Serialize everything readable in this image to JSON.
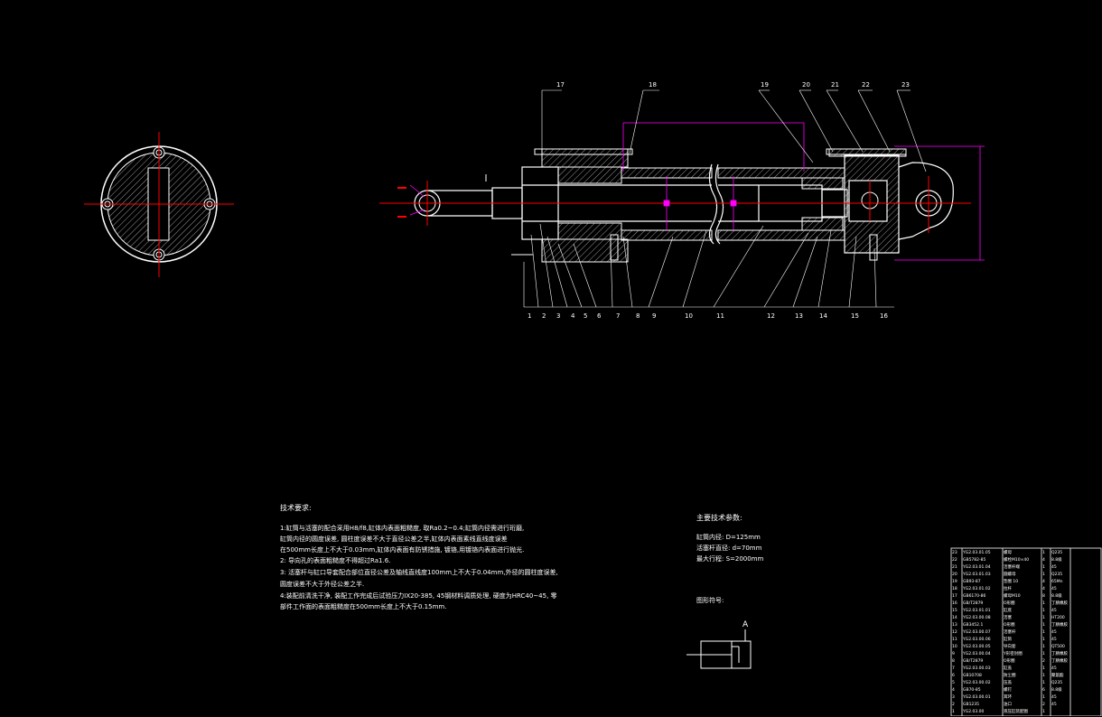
{
  "part_numbers": [
    "1",
    "2",
    "3",
    "4",
    "5",
    "6",
    "7",
    "8",
    "9",
    "10",
    "11",
    "12",
    "13",
    "14",
    "15",
    "16",
    "17",
    "18",
    "19",
    "20",
    "21",
    "22",
    "23"
  ],
  "tech_requirements": {
    "title": "技术要求:",
    "lines": [
      "1:缸筒与活塞的配合采用H8/f8,缸体内表面粗糙度, 取Ra0.2~0.4;缸筒内径需进行珩磨,",
      "缸筒内径的圆度误差, 圆柱度误差不大于直径公差之半,缸体内表面素线直线度误差",
      "在500mm长度上不大于0.03mm,缸体内表面有防锈措施, 镀铬,用镀铬内表面进行抛光.",
      "2: 导向孔的表面粗糙度不得超过Ra1.6.",
      "3: 活塞杆与缸口导套配合部位直径公差及轴线直线度100mm上不大于0.04mm,外径的圆柱度误差,",
      "圆度误差不大于外径公差之半.",
      "4:装配前清洗干净, 装配工作完成后试验压力IX20-385, 45钢材料调质处理, 硬度为HRC40~45, 零",
      "部件工作面的表面粗糙度在500mm长度上不大于0.15mm."
    ]
  },
  "main_params": {
    "title": "主要技术参数:",
    "lines": [
      "缸筒内径: D=125mm",
      "活塞杆直径: d=70mm",
      "最大行程: S=2000mm"
    ]
  },
  "symbol": {
    "title": "图形符号:",
    "marker": "A"
  },
  "bom_rows": [
    [
      "23",
      "YG2.03.01.05",
      "螺母",
      "1",
      "Q235"
    ],
    [
      "22",
      "GB5782-85",
      "螺栓M10×40",
      "4",
      "8.8级"
    ],
    [
      "21",
      "YG2.03.01.04",
      "活塞杆端",
      "1",
      "45"
    ],
    [
      "20",
      "YG2.03.01.03",
      "圆螺母",
      "1",
      "Q235"
    ],
    [
      "19",
      "GB93-87",
      "垫圈 10",
      "4",
      "65Mn"
    ],
    [
      "18",
      "YG2.03.01.02",
      "拉杆",
      "4",
      "45"
    ],
    [
      "17",
      "GB6170-86",
      "螺母M10",
      "8",
      "8.8级"
    ],
    [
      "16",
      "GB/T2879",
      "O形圈",
      "1",
      "丁腈橡胶"
    ],
    [
      "15",
      "YG2.03.01.01",
      "缸底",
      "1",
      "45"
    ],
    [
      "14",
      "YG2.03.00.08",
      "活塞",
      "1",
      "HT200"
    ],
    [
      "13",
      "GB3452.1",
      "O形圈",
      "1",
      "丁腈橡胶"
    ],
    [
      "12",
      "YG2.03.00.07",
      "活塞杆",
      "1",
      "45"
    ],
    [
      "11",
      "YG2.03.00.06",
      "缸筒",
      "1",
      "45"
    ],
    [
      "10",
      "YG2.03.00.05",
      "导向套",
      "1",
      "QT500"
    ],
    [
      "9",
      "YG2.03.00.04",
      "Y形密封圈",
      "1",
      "丁腈橡胶"
    ],
    [
      "8",
      "GB/T2879",
      "O形圈",
      "2",
      "丁腈橡胶"
    ],
    [
      "7",
      "YG2.03.00.03",
      "缸盖",
      "1",
      "45"
    ],
    [
      "6",
      "GB10708",
      "防尘圈",
      "1",
      "聚氨酯"
    ],
    [
      "5",
      "YG2.03.00.02",
      "压盖",
      "1",
      "Q235"
    ],
    [
      "4",
      "GB70-85",
      "螺钉",
      "6",
      "8.8级"
    ],
    [
      "3",
      "YG2.03.00.01",
      "耳环",
      "1",
      "45"
    ],
    [
      "2",
      "GB1235",
      "油口",
      "2",
      "45"
    ],
    [
      "1",
      "YG2.03.00",
      "液压缸装配图",
      "1",
      ""
    ]
  ],
  "colors": {
    "background": "#000000",
    "lines": "#ffffff",
    "centerline": "#ff0000",
    "dimension": "#ff00ff"
  }
}
